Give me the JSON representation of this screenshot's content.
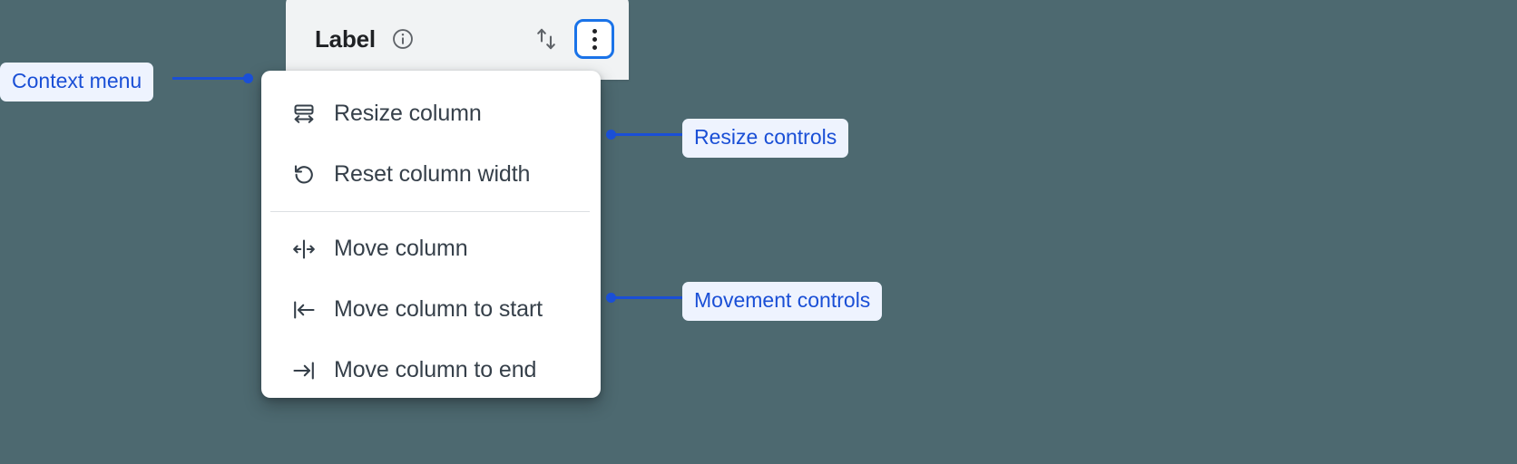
{
  "page": {
    "background_color": "#4d6970",
    "accent_color": "#1a4fd6",
    "focus_ring_color": "#1a73e8"
  },
  "column_header": {
    "title": "Label",
    "info_icon": "info-circle-icon",
    "sort_icon": "sort-arrows-icon",
    "more_icon": "more-vertical-icon",
    "background_color": "#f1f3f4"
  },
  "context_menu": {
    "groups": [
      {
        "name": "resize-controls",
        "items": [
          {
            "label": "Resize column",
            "icon": "resize-column-icon"
          },
          {
            "label": "Reset column width",
            "icon": "reset-width-icon"
          }
        ]
      },
      {
        "name": "movement-controls",
        "items": [
          {
            "label": "Move column",
            "icon": "move-column-icon"
          },
          {
            "label": "Move column to start",
            "icon": "move-to-start-icon"
          },
          {
            "label": "Move column to end",
            "icon": "move-to-end-icon"
          }
        ]
      }
    ]
  },
  "annotations": [
    {
      "label": "Context menu",
      "target": "context-menu",
      "side": "left"
    },
    {
      "label": "Resize controls",
      "target": "resize-group",
      "side": "right"
    },
    {
      "label": "Movement controls",
      "target": "movement-group",
      "side": "right"
    }
  ]
}
